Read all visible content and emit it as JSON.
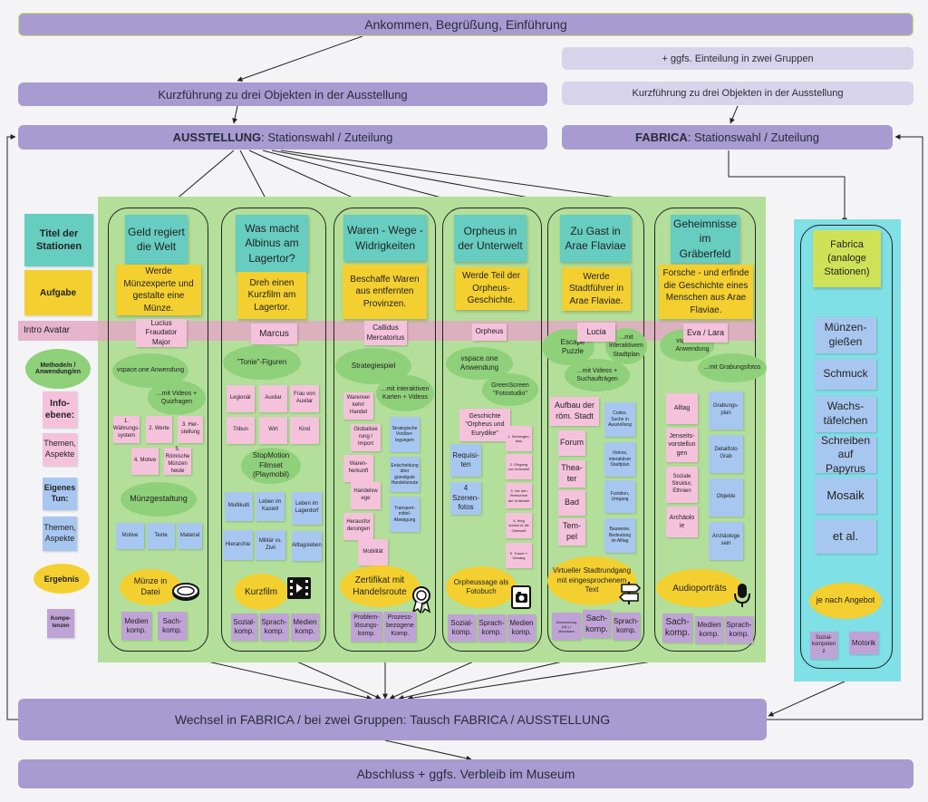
{
  "colors": {
    "bar": "#a79bd1",
    "bar_light": "#d7d3ea",
    "green_area": "#b3df9a",
    "cyan_area": "#7fe0e6",
    "teal": "#66cdc0",
    "yellow": "#f4cf30",
    "pink": "#f5c2dc",
    "blue": "#a8c7f0",
    "purple": "#c0a3d6",
    "green_oval": "#8fd07a",
    "lime": "#cfe257"
  },
  "top": {
    "arrival": "Ankommen, Begrüßung, Einführung",
    "groups": "+ ggfs. Einteilung in zwei Gruppen",
    "tour_left": "Kurzführung zu drei Objekten in der Ausstellung",
    "tour_right": "Kurzführung zu drei Objekten in der Ausstellung",
    "ausstellung_bold": "AUSSTELLUNG",
    "ausstellung_rest": ": Stationswahl / Zuteilung",
    "fabrica_bold": "FABRICA",
    "fabrica_rest": ": Stationswahl / Zuteilung",
    "wechsel": "Wechsel in FABRICA / bei zwei Gruppen: Tausch FABRICA / AUSSTELLUNG",
    "abschluss": "Abschluss + ggfs. Verbleib im Museum"
  },
  "legend": {
    "titel": "Titel der Stationen",
    "aufgabe": "Aufgabe",
    "intro": "Intro Avatar",
    "methode": "Methode/n / Anwendung/en",
    "info": "Info-ebene:",
    "themen1": "Themen, Aspekte",
    "eigenes": "Eigenes Tun:",
    "themen2": "Themen, Aspekte",
    "ergebnis": "Ergebnis",
    "kompetenzen": "Kompe-tenzen"
  },
  "stations": [
    {
      "title": "Geld regiert die Welt",
      "task": "Werde Münzexperte und gestalte eine Münze.",
      "avatar": "Lucius Fraudator Major",
      "ovals": [
        "vspace.one Anwendung",
        "...mit Videos + Quizfragen",
        "Münzgestaltung"
      ],
      "pinks": [
        "1. Währungs-system",
        "2. Werte",
        "3. Her-stellung",
        "4. Motive",
        "5. Römische Münzen heute"
      ],
      "blues": [
        "Motive",
        "Texte",
        "Material"
      ],
      "result": "Münze in Datei",
      "comps": [
        "Medien komp.",
        "Sach-komp."
      ]
    },
    {
      "title": "Was macht Albinus am Lagertor?",
      "task": "Dreh einen Kurzfilm am Lagertor.",
      "avatar": "Marcus",
      "ovals": [
        "\"Tonie\"-Figuren",
        "StopMotion Filmset (Playmobil)"
      ],
      "pinks": [
        "Legionär",
        "Auxilar",
        "Frau von Auxilar",
        "Tribun",
        "Wirt",
        "Kind"
      ],
      "blues": [
        "Multikulti",
        "Leben im Kastell",
        "Leben im Lagerdorf",
        "Hierarchie",
        "Militär vs. Zivil",
        "Alltagsleben"
      ],
      "result": "Kurzfilm",
      "comps": [
        "Sozial-komp.",
        "Sprach-komp.",
        "Medien komp."
      ]
    },
    {
      "title": "Waren - Wege - Widrigkeiten",
      "task": "Beschaffe Waren aus entfernten Provinzen.",
      "avatar": "Callidus Mercatorius",
      "ovals": [
        "Strategiespiel",
        "...mit interaktiven Karten + Videos"
      ],
      "pinks": [
        "Warenver kehr/ Handel",
        "Globalisie rung / Import",
        "Waren-herkunft",
        "Handelsw ege",
        "Herausfor derungen",
        "Mobilität"
      ],
      "blues": [
        "Strategische Vorüber-legungen",
        "Entscheidung über günstigste Handelsroute",
        "Transport-mittel-Abwägung"
      ],
      "result": "Zertifikat mit Handelsroute",
      "comps": [
        "Problem-lösungs-komp.",
        "Prozess-bezogene Komp."
      ]
    },
    {
      "title": "Orpheus in der Unterwelt",
      "task": "Werde Teil der Orpheus-Geschichte.",
      "avatar": "Orpheus",
      "ovals": [
        "vspace.one Anwendung",
        "GreenScreen \"Fotostudio\""
      ],
      "story": "Geschichte \"Orpheus und Eurydike\"",
      "pinks": [
        "1. Schlangen-biss",
        "2. Eingang zur Unterwelt",
        "3. Vor den Herrschern der Unterwelt",
        "4. Weg zurück in die Oberwelt",
        "5. Trauer + Gesang"
      ],
      "blues": [
        "Requisi-ten",
        "4 Szenen-fotos"
      ],
      "result": "Orpheussage als Fotobuch",
      "comps": [
        "Sozial-komp.",
        "Sprach-komp.",
        "Medien komp."
      ]
    },
    {
      "title": "Zu Gast in Arae Flaviae",
      "task": "Werde Stadtführer in Arae Flaviae.",
      "avatar": "Lucia",
      "ovals": [
        "Escape Puzzle",
        "...mit interaktivem Stadtplan",
        "...mit Videos + Suchaufträgen"
      ],
      "pinks": [
        "Aufbau der röm. Stadt",
        "Forum",
        "Thea-ter",
        "Bad",
        "Tem-pel"
      ],
      "blues": [
        "Codes, Suche in Ausstellung",
        "Videos, interaktiver Stadtplan",
        "Funktion, Umgang",
        "Bauweise, Bedeutung im Alltag"
      ],
      "result": "Virtueller Stadtrundgang mit eingesprochenem Text",
      "comps": [
        "Übersetzung (vlt.) / Machbare",
        "Sach-komp.",
        "Sprach-komp."
      ]
    },
    {
      "title": "Geheimnisse im Gräberfeld",
      "task": "Forsche - und erfinde die Geschichte eines Menschen aus Arae Flaviae.",
      "avatar": "Eva / Lara",
      "ovals": [
        "vspace.one Anwendung",
        "...mit Grabungsfotos"
      ],
      "pinks": [
        "Alltag",
        "Jenseits-vorstellun gen",
        "Soziale Struktur, Ethnien",
        "Archäolo ie"
      ],
      "blues": [
        "Grabungs-plan",
        "Detailfoto Grab",
        "Objekte",
        "Archäologe sein"
      ],
      "result": "Audioporträts",
      "comps": [
        "Sach-komp.",
        "Medien komp.",
        "Sprach-komp."
      ]
    }
  ],
  "fabrica": {
    "title": "Fabrica (analoge Stationen)",
    "items": [
      "Münzen-gießen",
      "Schmuck",
      "Wachs-täfelchen",
      "Schreiben auf Papyrus",
      "Mosaik",
      "et al."
    ],
    "angebot": "je nach Angebot",
    "comps": [
      "Sozial-kompeten z",
      "Motorik"
    ]
  }
}
